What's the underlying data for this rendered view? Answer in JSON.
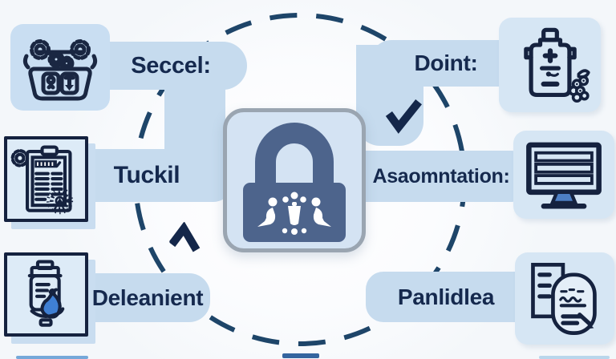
{
  "infographic": {
    "center": {
      "icon": "padlock-with-figures-icon"
    },
    "items": [
      {
        "label": "Seccel:",
        "icon": "gears-machine-icon",
        "side": "left",
        "position": "top"
      },
      {
        "label": "Tuckil",
        "icon": "clipboard-checklist-icon",
        "side": "left",
        "position": "middle"
      },
      {
        "label": "Deleanient",
        "icon": "jar-with-pouch-icon",
        "side": "left",
        "position": "bottom"
      },
      {
        "label": "Doint:",
        "icon": "bottle-battery-icon",
        "side": "right",
        "position": "top"
      },
      {
        "label": "Asaomntation:",
        "icon": "computer-monitor-icon",
        "side": "right",
        "position": "middle"
      },
      {
        "label": "Panlidlea",
        "icon": "document-badge-icon",
        "side": "right",
        "position": "bottom"
      }
    ],
    "decorations": [
      "dashed-ring",
      "checkmark",
      "chevron-arrow"
    ],
    "colors": {
      "background": "#f6f9fb",
      "band_blue": "#c6dbee",
      "icon_box_blue": "#d6e6f4",
      "bordered_box_fill": "#ddebf7",
      "outline_navy": "#15223f",
      "text_navy": "#15294e",
      "dash_ring": "#1e4569",
      "lock_slate": "#4d648c",
      "lock_box_fill": "#d4e3f3",
      "lock_box_border": "#9aa5b1",
      "accent_blue": "#3f7fd3"
    }
  }
}
